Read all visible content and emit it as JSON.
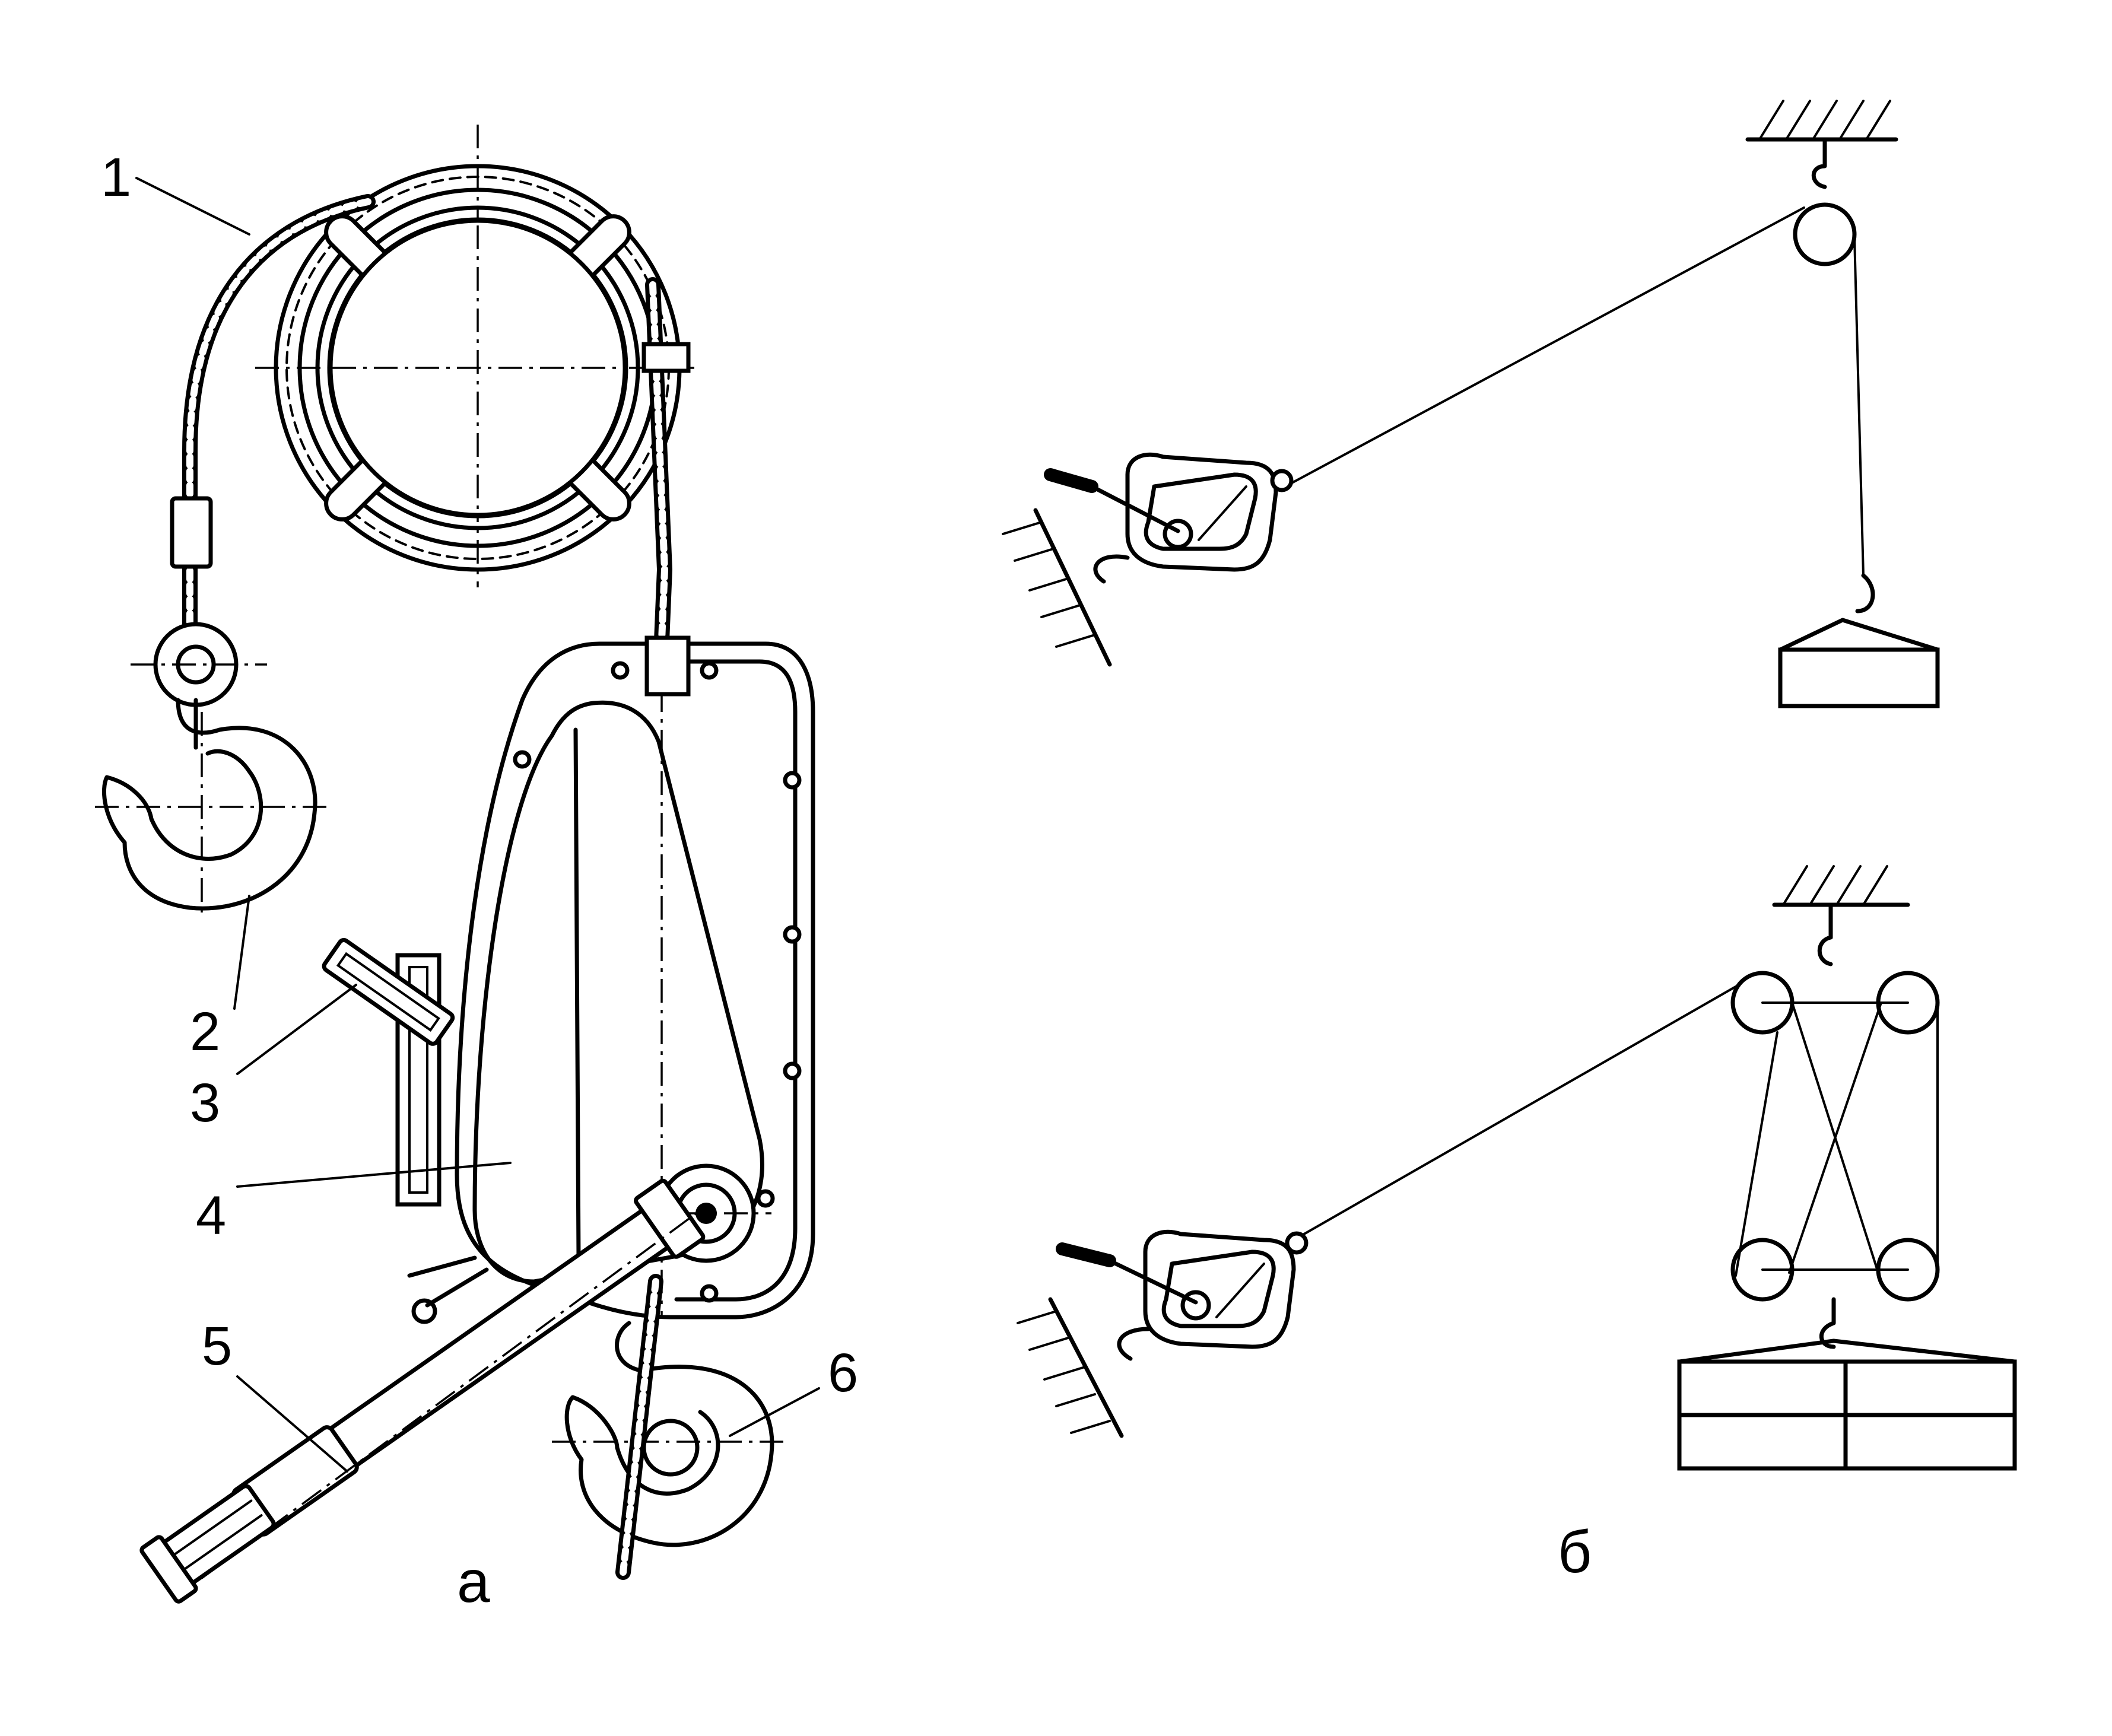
{
  "callouts": [
    {
      "id": "1",
      "text": "1"
    },
    {
      "id": "2",
      "text": "2"
    },
    {
      "id": "3",
      "text": "3"
    },
    {
      "id": "4",
      "text": "4"
    },
    {
      "id": "5",
      "text": "5"
    },
    {
      "id": "6",
      "text": "6"
    }
  ],
  "subfigures": {
    "a": "а",
    "b": "б"
  }
}
